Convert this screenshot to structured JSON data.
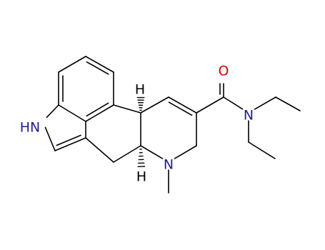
{
  "diagram": {
    "type": "chemical-structure",
    "colors": {
      "bond": "#000000",
      "nitrogen": "#1f1f8f",
      "oxygen": "#e00000",
      "stereo_hydrogen": "#000000"
    },
    "labels": {
      "indole_nh": "HN",
      "amine_n": "N",
      "amide_n": "N",
      "carbonyl_o": "O",
      "stereo_h_upper": "H",
      "stereo_h_lower": "H"
    }
  }
}
